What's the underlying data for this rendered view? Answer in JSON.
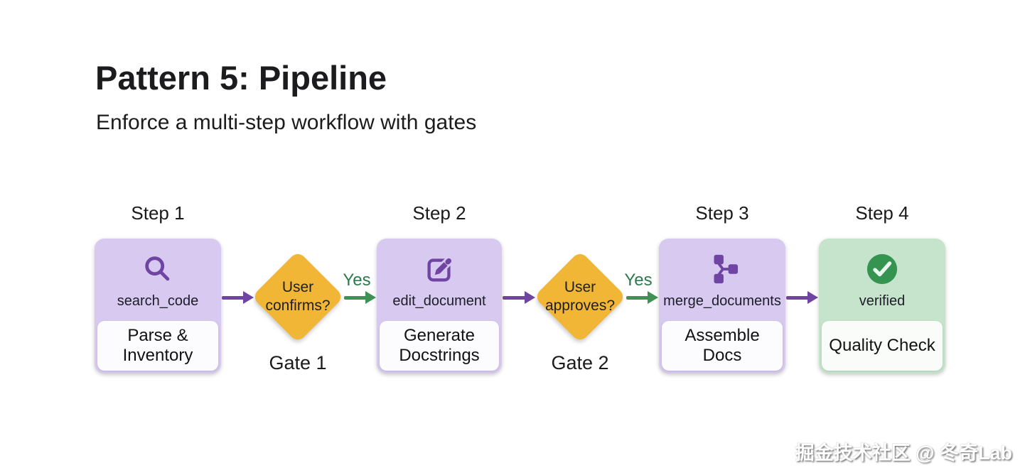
{
  "title": "Pattern 5: Pipeline",
  "subtitle": "Enforce a multi-step workflow with gates",
  "steps": [
    {
      "label": "Step 1",
      "tool": "search_code",
      "task": "Parse &\nInventory",
      "icon": "search-icon",
      "theme": "purple"
    },
    {
      "label": "Step 2",
      "tool": "edit_document",
      "task": "Generate\nDocstrings",
      "icon": "edit-icon",
      "theme": "purple"
    },
    {
      "label": "Step 3",
      "tool": "merge_documents",
      "task": "Assemble\nDocs",
      "icon": "merge-icon",
      "theme": "purple"
    },
    {
      "label": "Step 4",
      "tool": "verified",
      "task": "Quality Check",
      "icon": "check-circle-icon",
      "theme": "green"
    }
  ],
  "gates": [
    {
      "label": "Gate 1",
      "question": "User\nconfirms?",
      "yes_label": "Yes"
    },
    {
      "label": "Gate 2",
      "question": "User\napproves?",
      "yes_label": "Yes"
    }
  ],
  "watermark": {
    "text": "掘金技术社区 @ 冬奇Lab"
  },
  "colors": {
    "purple_header": "#D7C9EF",
    "green_header": "#C6E4CC",
    "icon_purple": "#6F44A3",
    "arrow_purple": "#6F44A3",
    "arrow_green": "#3E9256",
    "yes_green": "#2B7A4B",
    "check_green": "#359450",
    "amber": "#F2B637"
  }
}
